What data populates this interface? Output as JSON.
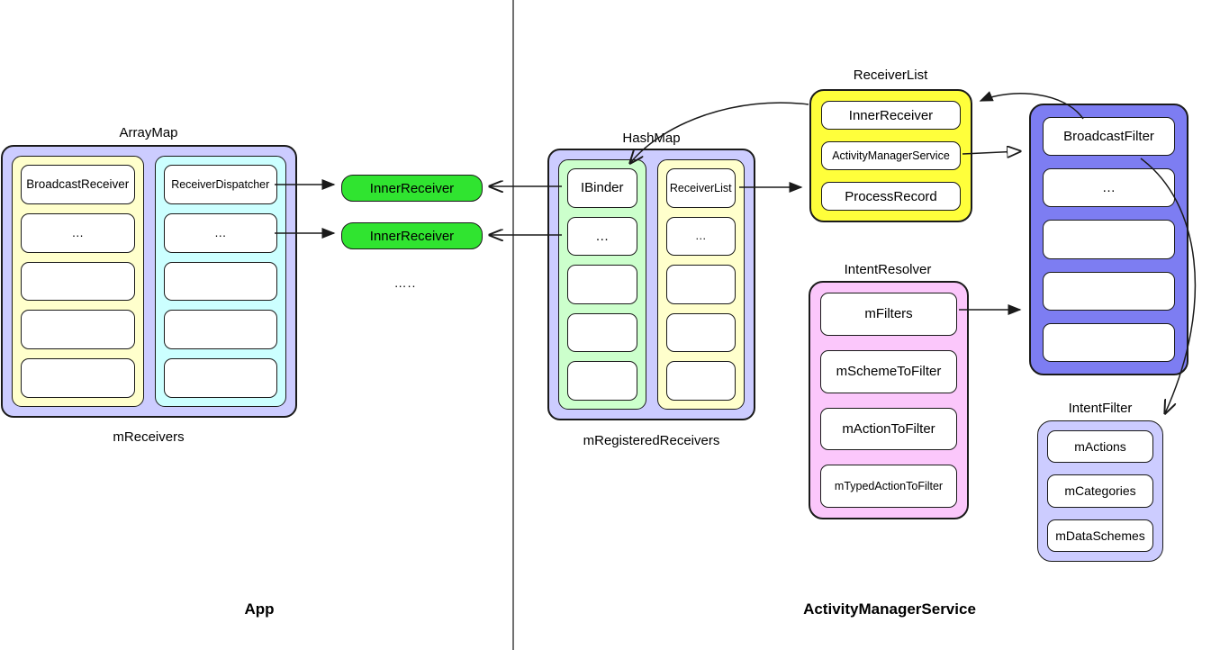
{
  "colors": {
    "lavender": "#ccccff",
    "pale_yellow": "#ffffcc",
    "pale_cyan": "#ccffff",
    "pale_green": "#ccffcc",
    "bright_yellow": "#ffff3b",
    "blue": "#7d7df2",
    "pink": "#fbc7fb",
    "bright_green": "#30e430",
    "line": "#1a1a1a"
  },
  "app": {
    "section_label": "App",
    "arraymap": {
      "title": "ArrayMap",
      "caption": "mReceivers",
      "key_cells": [
        "BroadcastReceiver",
        "…",
        "",
        "",
        ""
      ],
      "value_cells": [
        "ReceiverDispatcher",
        "…",
        "",
        "",
        ""
      ]
    },
    "inner_receiver_1": "InnerReceiver",
    "inner_receiver_2": "InnerReceiver",
    "ellipsis": "….."
  },
  "ams": {
    "section_label": "ActivityManagerService",
    "hashmap": {
      "title": "HashMap",
      "caption": "mRegisteredReceivers",
      "key_cells": [
        "IBinder",
        "…",
        "",
        "",
        ""
      ],
      "value_cells": [
        "ReceiverList",
        "…",
        "",
        "",
        ""
      ]
    },
    "receiver_list": {
      "title": "ReceiverList",
      "cells": [
        "InnerReceiver",
        "ActivityManagerService",
        "ProcessRecord"
      ]
    },
    "broadcast_filter": {
      "cells": [
        "BroadcastFilter",
        "…",
        "",
        "",
        ""
      ]
    },
    "intent_resolver": {
      "title": "IntentResolver",
      "cells": [
        "mFilters",
        "mSchemeToFilter",
        "mActionToFilter",
        "mTypedActionToFilter"
      ]
    },
    "intent_filter": {
      "title": "IntentFilter",
      "cells": [
        "mActions",
        "mCategories",
        "mDataSchemes"
      ]
    }
  }
}
